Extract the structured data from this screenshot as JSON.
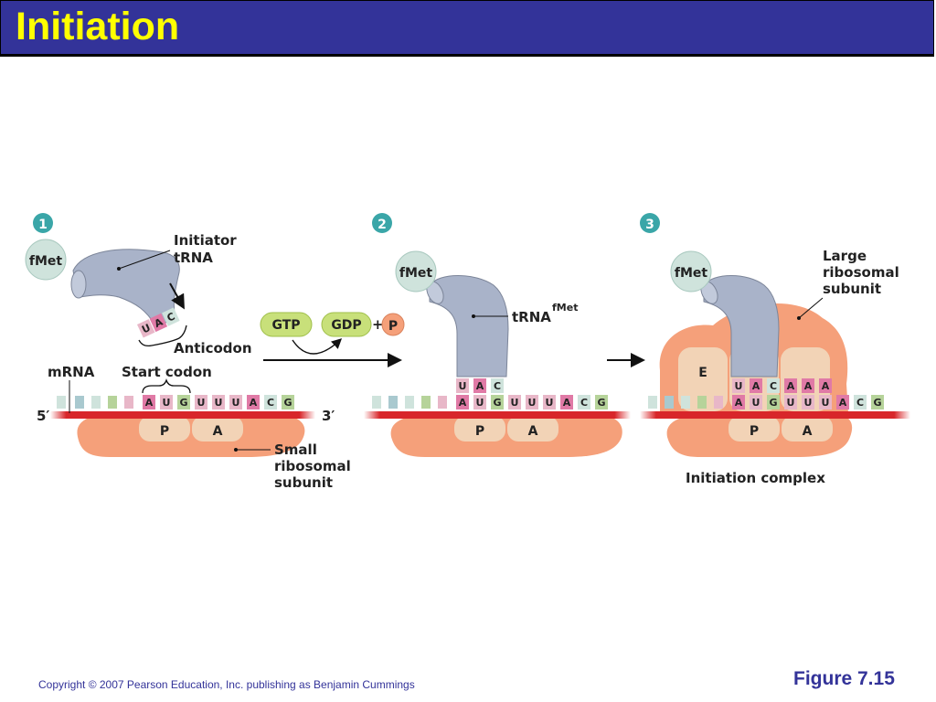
{
  "slide": {
    "title": "Initiation",
    "figure_label": "Figure 7.15",
    "copyright": "Copyright © 2007 Pearson Education, Inc. publishing as Benjamin Cummings"
  },
  "diagram": {
    "steps": [
      "1",
      "2",
      "3"
    ],
    "panel1": {
      "fmet": "fMet",
      "initiator_trna": [
        "Initiator",
        "tRNA"
      ],
      "anticodon_bases": [
        "U",
        "A",
        "C"
      ],
      "anticodon_label": "Anticodon",
      "mrna_label": "mRNA",
      "start_codon_label": "Start codon",
      "five_prime": "5′",
      "three_prime": "3′",
      "mrna_bases": [
        "A",
        "U",
        "G",
        "U",
        "U",
        "U",
        "A",
        "C",
        "G"
      ],
      "p_site": "P",
      "a_site": "A",
      "small_subunit": [
        "Small",
        "ribosomal",
        "subunit"
      ]
    },
    "transition": {
      "gtp": "GTP",
      "gdp": "GDP",
      "plus": "+",
      "p": "P"
    },
    "panel2": {
      "fmet": "fMet",
      "trna_label": "tRNA",
      "trna_superscript": "fMet",
      "anticodon_bases": [
        "U",
        "A",
        "C"
      ],
      "mrna_bases": [
        "A",
        "U",
        "G",
        "U",
        "U",
        "U",
        "A",
        "C",
        "G"
      ],
      "p_site": "P",
      "a_site": "A"
    },
    "panel3": {
      "fmet": "fMet",
      "large_subunit": [
        "Large",
        "ribosomal",
        "subunit"
      ],
      "e_site": "E",
      "p_site": "P",
      "a_site": "A",
      "trna_bases": [
        "U",
        "A",
        "C",
        "A",
        "A",
        "A"
      ],
      "mrna_bases": [
        "A",
        "U",
        "G",
        "U",
        "U",
        "U",
        "A",
        "C",
        "G"
      ],
      "complex_label": "Initiation complex"
    },
    "colors": {
      "trna": "#a9b3c9",
      "fmet": "#cfe3dc",
      "ribosome": "#f5a07a",
      "site": "#f2d3b6",
      "mrna_red": "#d8262a",
      "base_pink": "#e07aa6",
      "gtp": "#c8e07a",
      "p_circle": "#f5a07a",
      "step_circle": "#3aa6a8"
    }
  }
}
